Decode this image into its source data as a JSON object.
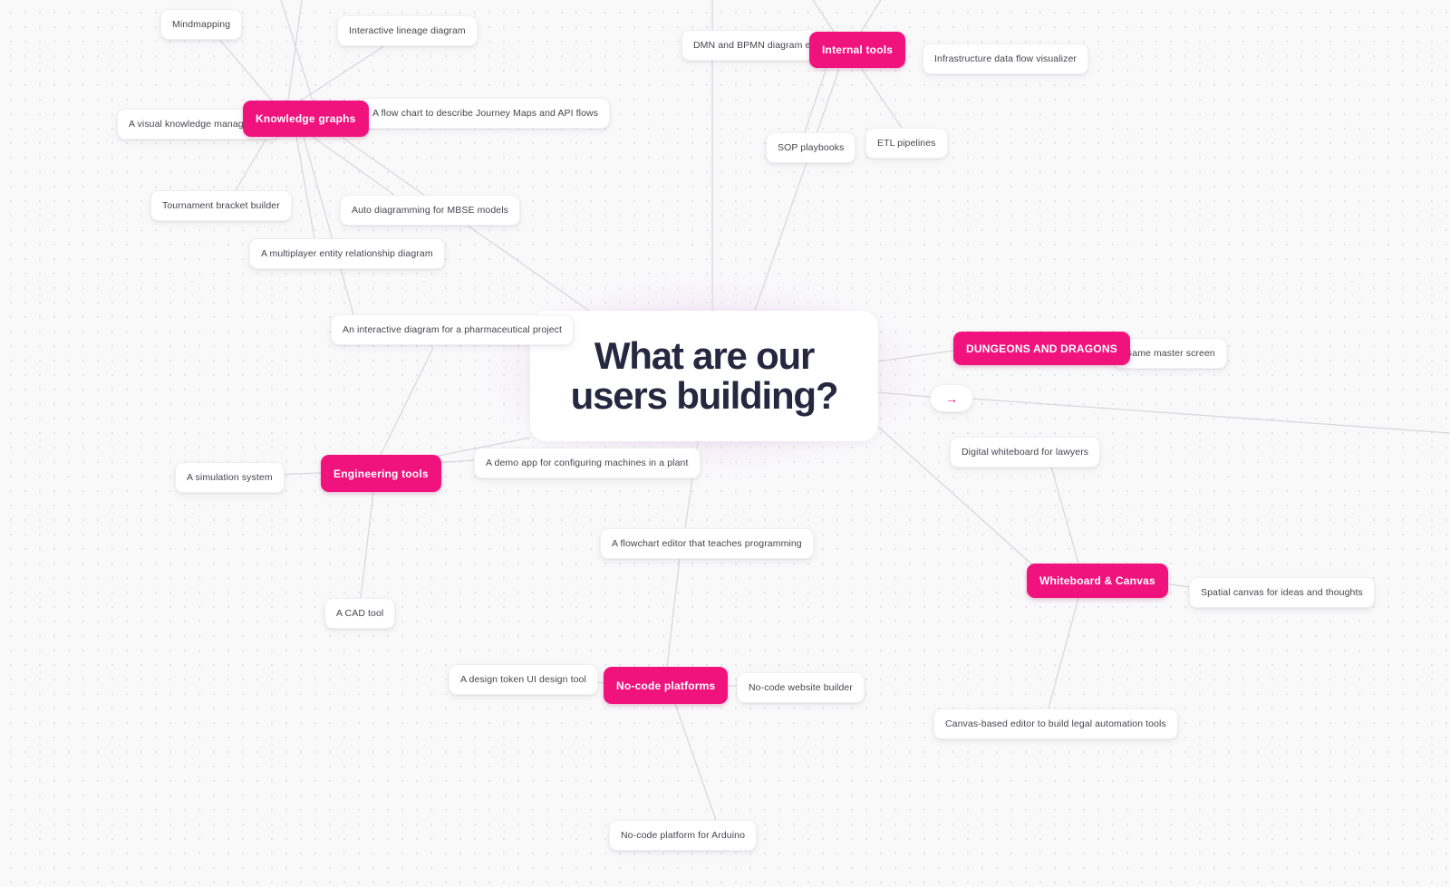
{
  "colors": {
    "accent_pink": "#F0137E",
    "background": "#F9F9FA",
    "edge_line": "#D7D7DC",
    "title_text": "#262840",
    "card_text": "#45454F"
  },
  "center": {
    "title_line1": "What are our",
    "title_line2": "users building?"
  },
  "icons": {
    "arrow_right": "→"
  },
  "nodes": {
    "knowledge_graphs": {
      "label": "Knowledge graphs"
    },
    "internal_tools": {
      "label": "Internal tools"
    },
    "dungeons": {
      "label": "DUNGEONS AND DRAGONS"
    },
    "engineering": {
      "label": "Engineering tools"
    },
    "whiteboard": {
      "label": "Whiteboard & Canvas"
    },
    "nocode": {
      "label": "No-code platforms"
    }
  },
  "cards": {
    "mindmapping": {
      "label": "Mindmapping"
    },
    "interactive_lineage": {
      "label": "Interactive lineage diagram"
    },
    "dmn_bpmn": {
      "label": "DMN and BPMN diagram edit"
    },
    "infrastructure": {
      "label": "Infrastructure data flow visualizer"
    },
    "visual_knowledge": {
      "label": "A visual knowledge managemen"
    },
    "flow_chart_journey": {
      "label": "A flow chart to describe Journey Maps and API flows"
    },
    "sop_playbooks": {
      "label": "SOP playbooks"
    },
    "etl_pipelines": {
      "label": "ETL pipelines"
    },
    "tournament": {
      "label": "Tournament bracket builder"
    },
    "auto_mbse": {
      "label": "Auto diagramming for MBSE models"
    },
    "multiplayer_erd": {
      "label": "A multiplayer entity relationship diagram"
    },
    "pharma": {
      "label": "An interactive diagram for a pharmaceutical project"
    },
    "game_master": {
      "label": "Game master screen"
    },
    "digital_whiteboard": {
      "label": "Digital whiteboard for lawyers"
    },
    "simulation": {
      "label": "A simulation system"
    },
    "demo_app": {
      "label": "A demo app for configuring machines in a plant"
    },
    "flowchart_editor": {
      "label": "A flowchart editor that teaches programming"
    },
    "spatial_canvas": {
      "label": "Spatial canvas for ideas and thoughts"
    },
    "cad": {
      "label": "A CAD tool"
    },
    "design_token": {
      "label": "A design token UI design tool"
    },
    "website_builder": {
      "label": "No-code website builder"
    },
    "canvas_legal": {
      "label": "Canvas-based editor to build legal automation tools"
    },
    "arduino": {
      "label": "No-code platform for Arduino"
    }
  }
}
